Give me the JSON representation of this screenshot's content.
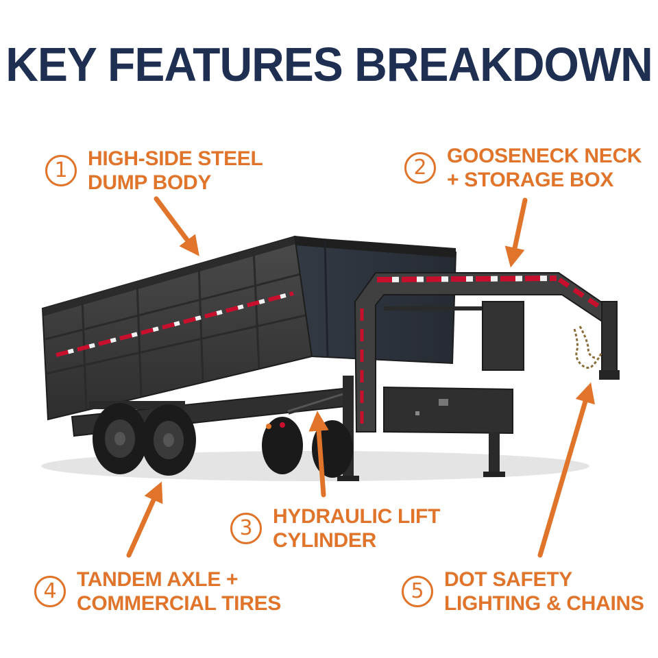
{
  "title": "KEY FEATURES BREAKDOWN",
  "colors": {
    "title": "#1e2f52",
    "accent": "#e0742a",
    "trailer_body": "#3a3a3a",
    "trailer_dark": "#262626",
    "reflector_red": "#c8102e",
    "reflector_white": "#f2f2f2"
  },
  "image": {
    "subject": "gooseneck dump trailer",
    "icon": "gooseneck-dump-trailer-image"
  },
  "callouts": [
    {
      "number": "1",
      "lines": [
        "HIGH-SIDE STEEL",
        "DUMP BODY"
      ]
    },
    {
      "number": "2",
      "lines": [
        "GOOSENECK NECK",
        "+ STORAGE BOX"
      ]
    },
    {
      "number": "3",
      "lines": [
        "HYDRAULIC LIFT",
        "CYLINDER"
      ]
    },
    {
      "number": "4",
      "lines": [
        "TANDEM AXLE +",
        "COMMERCIAL TIRES"
      ]
    },
    {
      "number": "5",
      "lines": [
        "DOT SAFETY",
        "LIGHTING & CHAINS"
      ]
    }
  ]
}
